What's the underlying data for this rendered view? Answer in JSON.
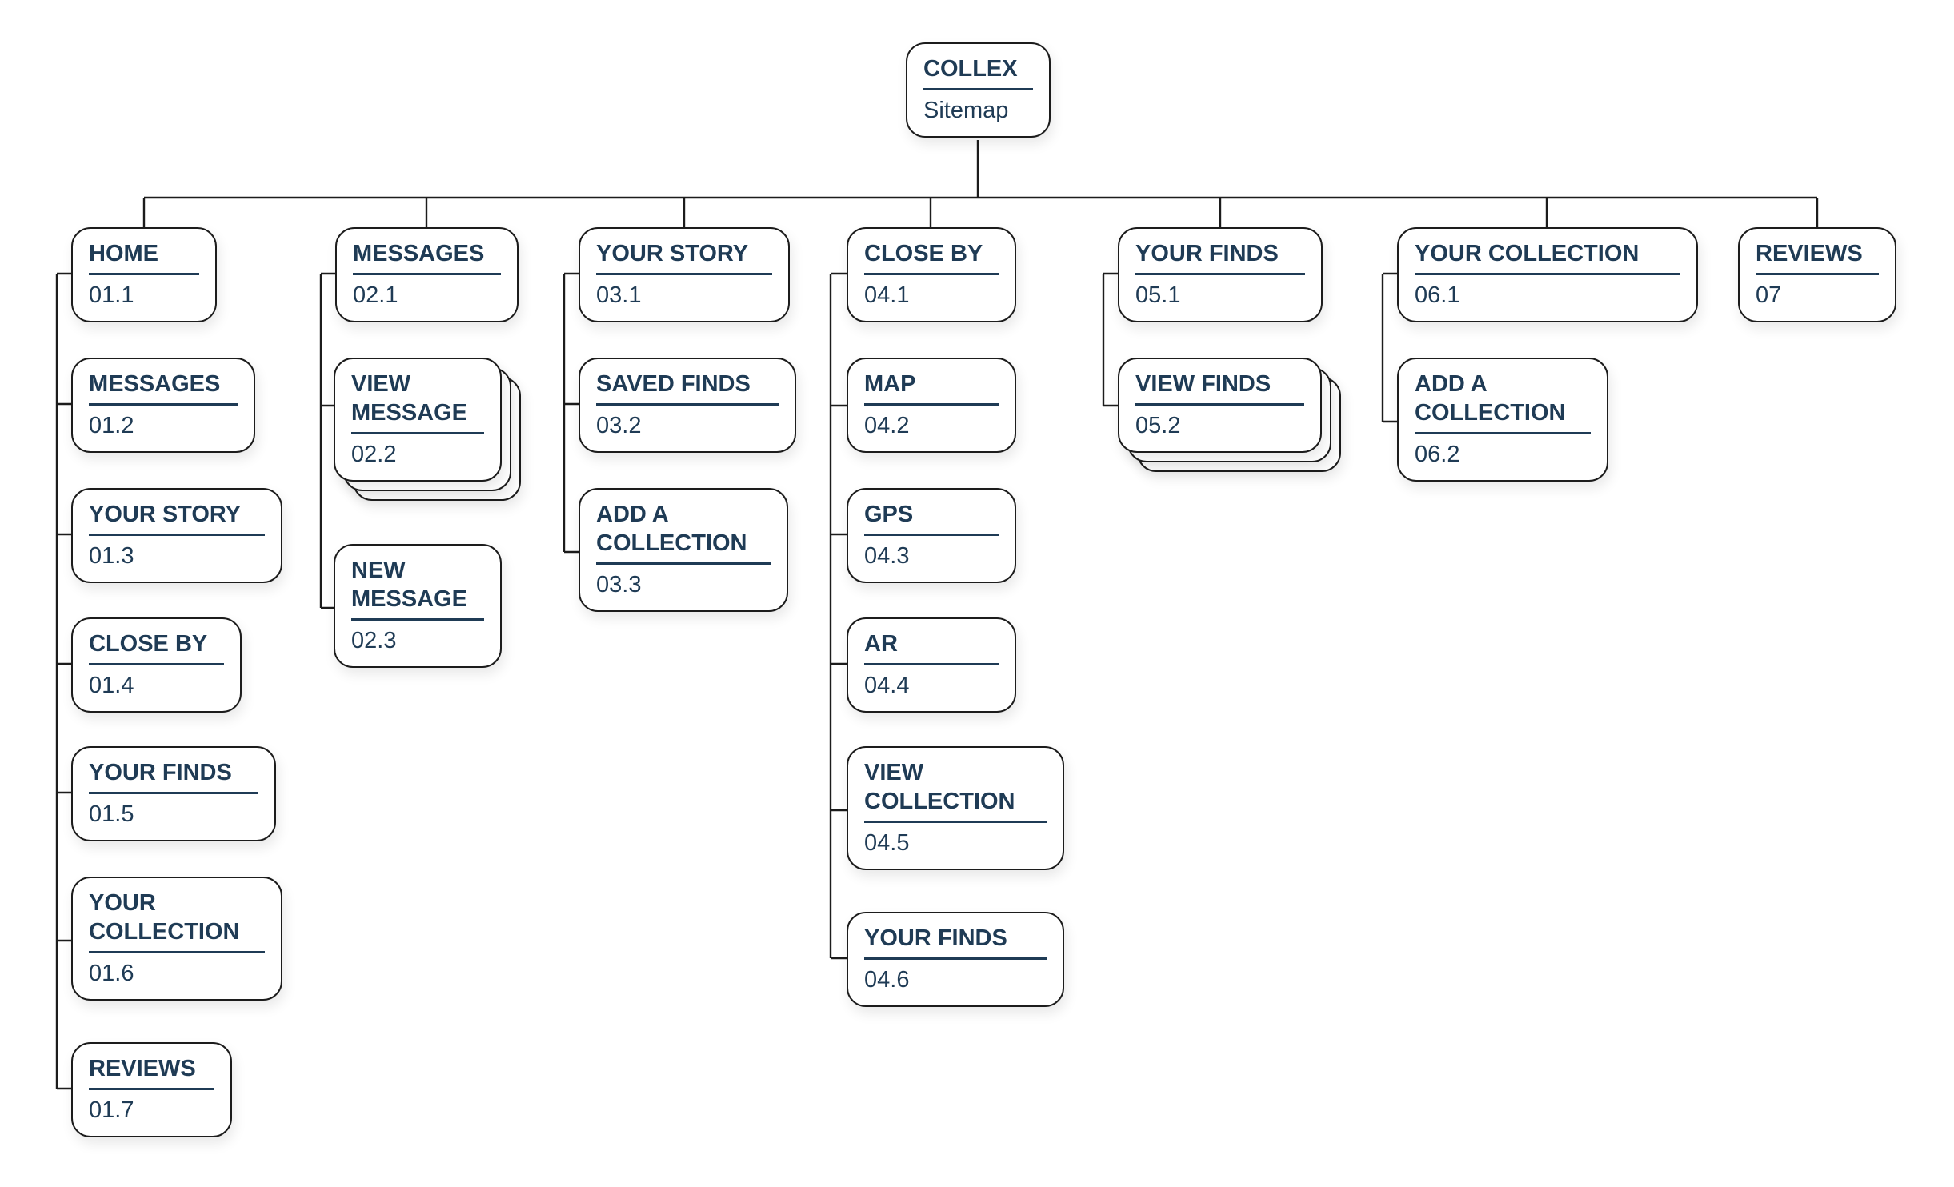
{
  "root": {
    "title": "COLLEX",
    "subtitle": "Sitemap"
  },
  "columns": [
    {
      "head": {
        "title": "HOME",
        "num": "01.1"
      },
      "children": [
        {
          "title": "MESSAGES",
          "num": "01.2"
        },
        {
          "title": "YOUR STORY",
          "num": "01.3"
        },
        {
          "title": "CLOSE BY",
          "num": "01.4"
        },
        {
          "title": "YOUR FINDS",
          "num": "01.5"
        },
        {
          "title": "YOUR COLLECTION",
          "num": "01.6"
        },
        {
          "title": "REVIEWS",
          "num": "01.7"
        }
      ]
    },
    {
      "head": {
        "title": "MESSAGES",
        "num": "02.1"
      },
      "children": [
        {
          "title": "VIEW MESSAGE",
          "num": "02.2",
          "stacked": true
        },
        {
          "title": "NEW MESSAGE",
          "num": "02.3"
        }
      ]
    },
    {
      "head": {
        "title": "YOUR STORY",
        "num": "03.1"
      },
      "children": [
        {
          "title": "SAVED FINDS",
          "num": "03.2"
        },
        {
          "title": "ADD A COLLECTION",
          "num": "03.3"
        }
      ]
    },
    {
      "head": {
        "title": "CLOSE BY",
        "num": "04.1"
      },
      "children": [
        {
          "title": "MAP",
          "num": "04.2"
        },
        {
          "title": "GPS",
          "num": "04.3"
        },
        {
          "title": "AR",
          "num": "04.4"
        },
        {
          "title": "VIEW COLLECTION",
          "num": "04.5"
        },
        {
          "title": "YOUR FINDS",
          "num": "04.6"
        }
      ]
    },
    {
      "head": {
        "title": "YOUR FINDS",
        "num": "05.1"
      },
      "children": [
        {
          "title": "VIEW FINDS",
          "num": "05.2",
          "stacked": true
        }
      ]
    },
    {
      "head": {
        "title": "YOUR COLLECTION",
        "num": "06.1"
      },
      "children": [
        {
          "title": "ADD A COLLECTION",
          "num": "06.2"
        }
      ]
    },
    {
      "head": {
        "title": "REVIEWS",
        "num": "07"
      },
      "children": []
    }
  ],
  "colors": {
    "ink": "#1f3b55",
    "line": "#1c1c1c",
    "card_bg": "#ffffff",
    "page_bg": "#ffffff"
  }
}
